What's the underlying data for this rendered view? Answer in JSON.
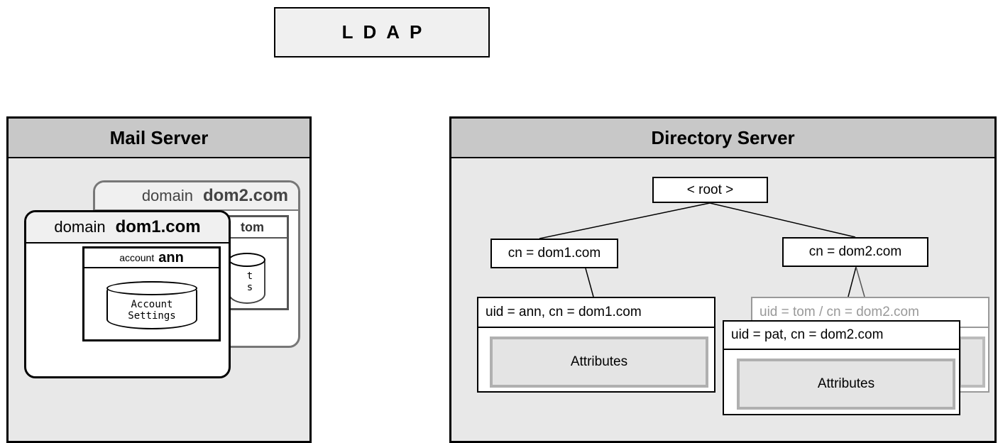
{
  "ldap": {
    "label": "LDAP"
  },
  "mail_server": {
    "title": "Mail Server",
    "domain_back": {
      "prefix": "domain",
      "name": "dom2.com",
      "account_name": "tom",
      "cyl_text": "t\ns"
    },
    "domain_front": {
      "prefix": "domain",
      "name": "dom1.com",
      "account": {
        "prefix": "account",
        "name": "ann",
        "settings_line1": "Account",
        "settings_line2": "Settings"
      }
    }
  },
  "directory_server": {
    "title": "Directory Server",
    "root": "< root >",
    "cn1": "cn = dom1.com",
    "cn2": "cn = dom2.com",
    "entry_ann": {
      "title": "uid = ann,  cn = dom1.com",
      "attributes": "Attributes"
    },
    "entry_tom": {
      "title": "uid = tom / cn = dom2.com"
    },
    "entry_pat": {
      "title": "uid = pat,  cn = dom2.com",
      "attributes": "Attributes"
    }
  }
}
